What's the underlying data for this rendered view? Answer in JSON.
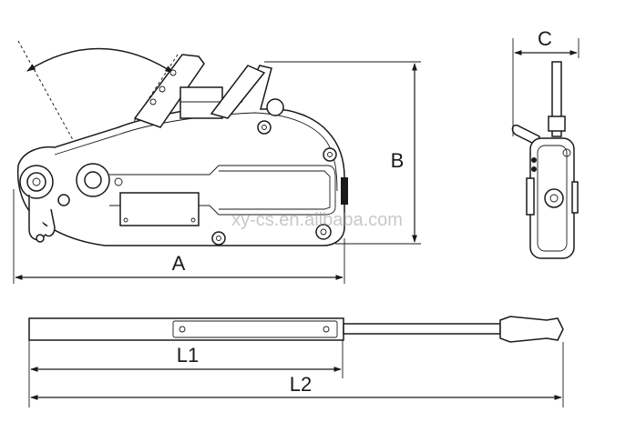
{
  "labels": {
    "A": "A",
    "B": "B",
    "C": "C",
    "L1": "L1",
    "L2": "L2"
  },
  "watermark": "xy-cs.en.alibaba.com",
  "colors": {
    "line": "#1a1a1a",
    "background": "#ffffff",
    "watermark": "#9a9a9a"
  }
}
